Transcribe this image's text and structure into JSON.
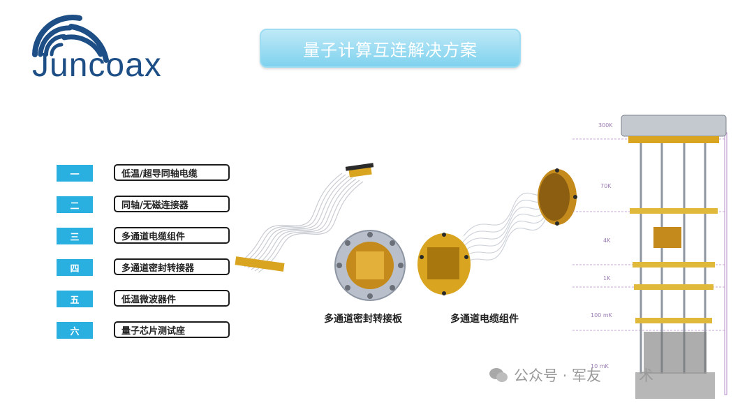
{
  "logo": {
    "text": "Juncoax"
  },
  "title": "量子计算互连解决方案",
  "items": [
    {
      "num": "一",
      "label": "低温/超导同轴电缆"
    },
    {
      "num": "二",
      "label": "同轴/无磁连接器"
    },
    {
      "num": "三",
      "label": "多通道电缆组件"
    },
    {
      "num": "四",
      "label": "多通道密封转接器"
    },
    {
      "num": "五",
      "label": "低温微波器件"
    },
    {
      "num": "六",
      "label": "量子芯片测试座"
    }
  ],
  "captions": {
    "board": "多通道密封转接板",
    "assembly": "多通道电缆组件"
  },
  "stages": [
    "300K",
    "70K",
    "4K",
    "1K",
    "100 mK",
    "10 mK"
  ],
  "watermark": {
    "text": "公众号 · 军友",
    "suffix": "术"
  },
  "colors": {
    "badge": "#2ab0e0",
    "title_bg": "#7fd2ee",
    "logo": "#1d4f86",
    "gold": "#d9a520"
  }
}
